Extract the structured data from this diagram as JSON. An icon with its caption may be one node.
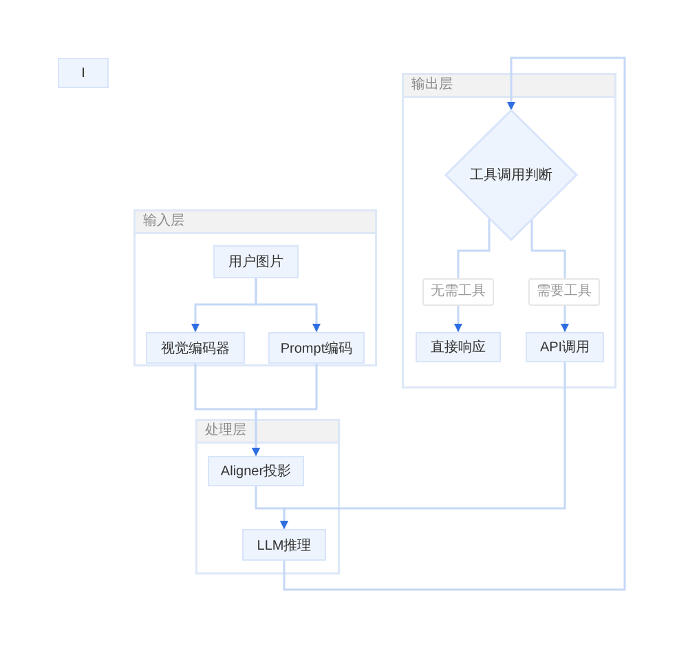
{
  "diagram": {
    "nodes": [
      {
        "text": [
          "I"
        ]
      },
      {
        "text": [
          "输出层"
        ]
      },
      {
        "text": [
          "工具调用判断"
        ],
        "in": 1
      },
      {
        "text": [
          "直接响应"
        ],
        "in": 1
      },
      {
        "text": [
          "API调用"
        ],
        "in": 1
      },
      {
        "text": [
          "输入层"
        ]
      },
      {
        "text": [
          "用户图片"
        ],
        "in": 5
      },
      {
        "text": [
          "视觉编码器"
        ],
        "in": 5
      },
      {
        "text": [
          "Prompt编码"
        ],
        "in": 5
      },
      {
        "text": [
          "处理层"
        ]
      },
      {
        "text": [
          "Aligner投影"
        ],
        "in": 9
      },
      {
        "text": [
          "LLM推理"
        ],
        "in": 9
      }
    ],
    "edges": [
      {
        "from": 6,
        "to": 7,
        "arrow": "to"
      },
      {
        "from": 6,
        "to": 8,
        "arrow": "to"
      },
      {
        "from": 7,
        "to": 10,
        "arrow": "to"
      },
      {
        "from": 8,
        "to": 10,
        "arrow": "to"
      },
      {
        "from": 10,
        "to": 11,
        "arrow": "to"
      },
      {
        "from": 4,
        "to": 11,
        "arrow": "to"
      },
      {
        "from": 11,
        "to": 2,
        "arrow": "to"
      },
      {
        "from": 2,
        "to": 3,
        "arrow": "to",
        "label": "无需工具"
      },
      {
        "from": 2,
        "to": 4,
        "arrow": "to",
        "label": "需要工具"
      }
    ]
  }
}
